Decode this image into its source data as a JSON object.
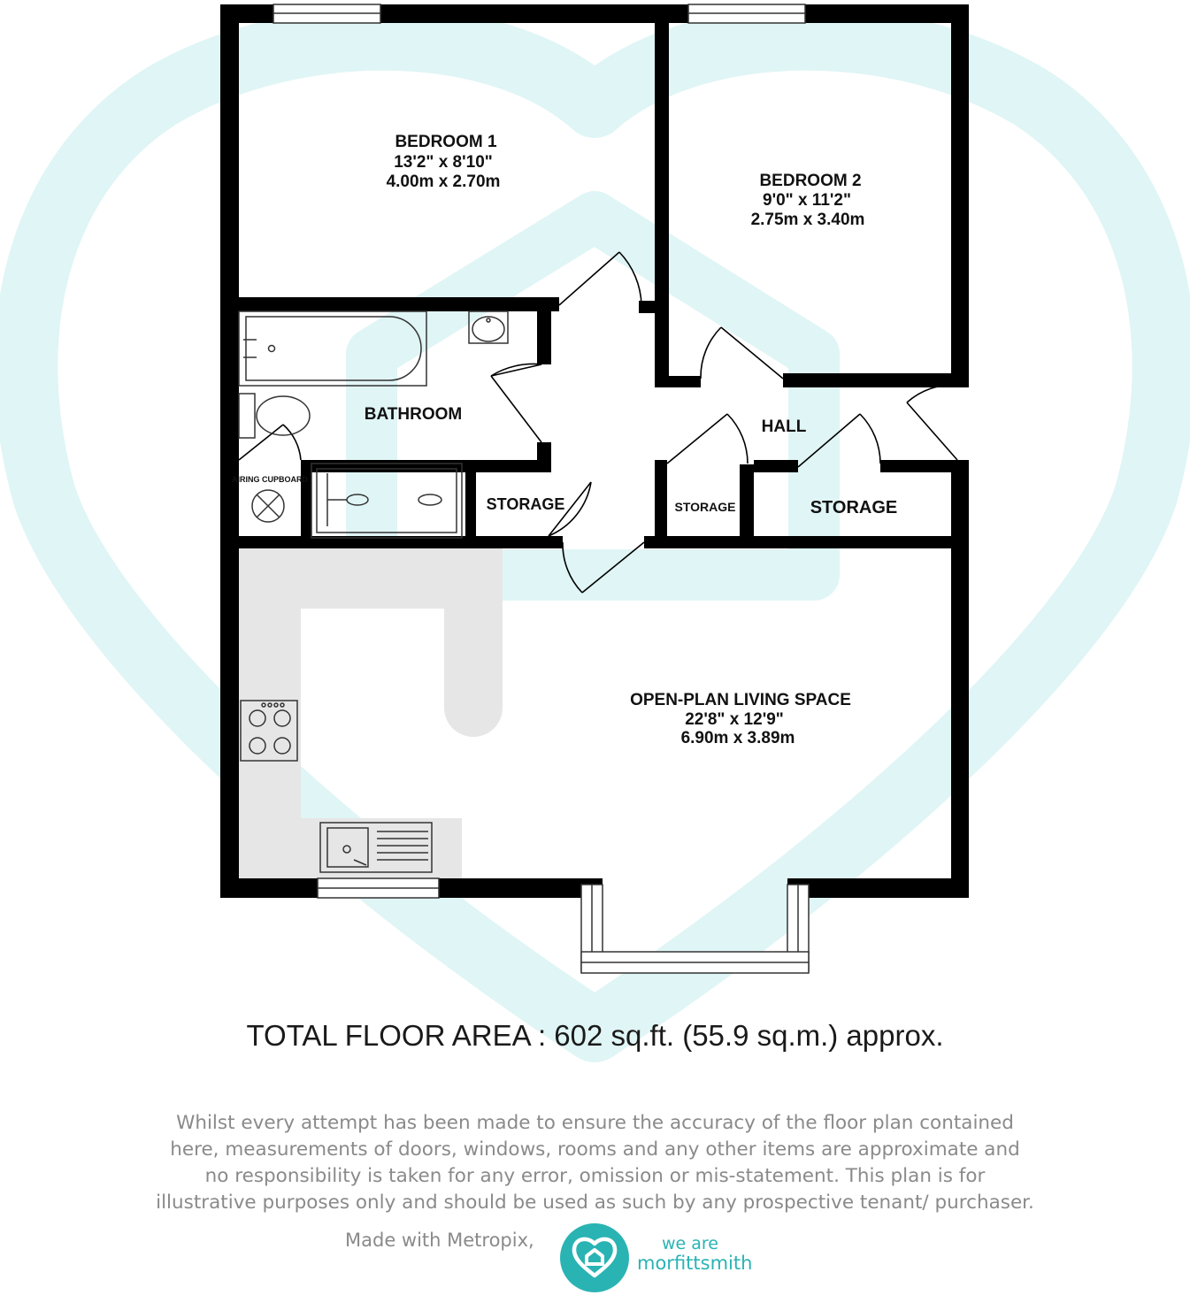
{
  "rooms": {
    "bedroom1": {
      "name": "BEDROOM 1",
      "imperial": "13'2\"  x 8'10\"",
      "metric": "4.00m  x 2.70m"
    },
    "bedroom2": {
      "name": "BEDROOM 2",
      "imperial": "9'0\"  x 11'2\"",
      "metric": "2.75m  x 3.40m"
    },
    "bathroom": {
      "name": "BATHROOM"
    },
    "airing": {
      "name": "AIRING CUPBOARD"
    },
    "storage_left": {
      "name": "STORAGE"
    },
    "storage_mid": {
      "name": "STORAGE"
    },
    "storage_right": {
      "name": "STORAGE"
    },
    "hall": {
      "name": "HALL"
    },
    "living": {
      "name": "OPEN-PLAN LIVING SPACE",
      "imperial": "22'8\"  x 12'9\"",
      "metric": "6.90m  x 3.89m"
    }
  },
  "total_area": "TOTAL FLOOR AREA : 602 sq.ft. (55.9 sq.m.) approx.",
  "disclaimer": [
    "Whilst every attempt has been made to ensure  the accuracy of the floor plan contained",
    "here, measurements of doors, windows, rooms and any other items are approximate and",
    "no responsibility is taken for any error, omission or mis-statement. This plan is for",
    "illustrative purposes only and should be used as such by any prospective tenant/ purchaser."
  ],
  "made_with": "Made with Metropix,",
  "brand": {
    "line1": "we are",
    "line2": "morfittsmith"
  },
  "colors": {
    "wall": "#000000",
    "watermark": "#e0f5f5",
    "kitchen": "#e6e6e6",
    "brand": "#2ab3b3"
  }
}
